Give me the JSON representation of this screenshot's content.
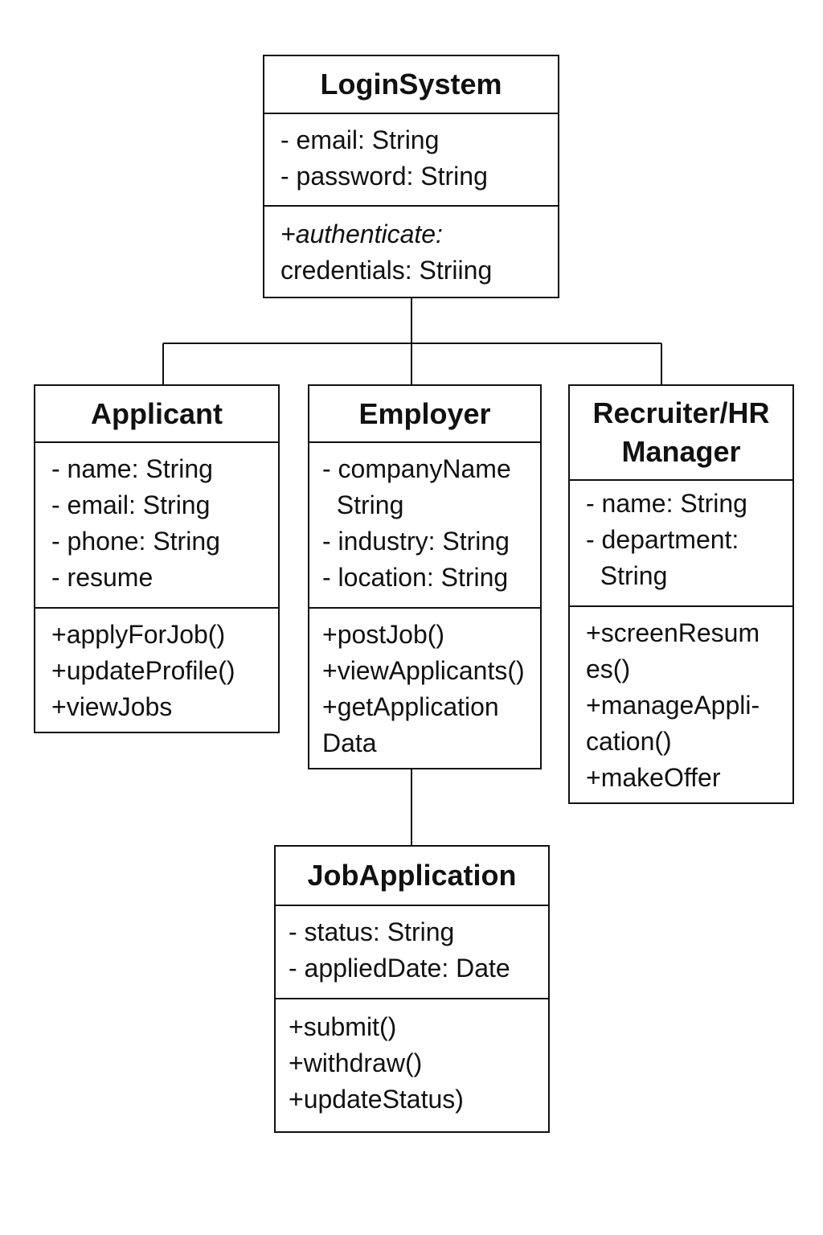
{
  "classes": {
    "login": {
      "name": "LoginSystem",
      "attributes": [
        "- email: String",
        "- password: String"
      ],
      "operation_name": "+authenticate:",
      "operation_detail": "credentials: Striing"
    },
    "applicant": {
      "name": "Applicant",
      "attributes": [
        "- name: String",
        "- email: String",
        "- phone: String",
        "- resume"
      ],
      "operations": [
        "+applyForJob()",
        "+updateProfile()",
        "+viewJobs"
      ]
    },
    "employer": {
      "name": "Employer",
      "attributes": [
        "- companyName",
        "  String",
        "- industry: String",
        "- location: String"
      ],
      "operations": [
        "+postJob()",
        "+viewApplicants()",
        "+getApplication",
        "Data"
      ]
    },
    "recruiter": {
      "name_line1": "Recruiter/HR",
      "name_line2": "Manager",
      "attributes": [
        "- name: String",
        "- department:",
        "  String"
      ],
      "operations": [
        "+screenResum",
        "es()",
        "+manageAppli-",
        "cation()",
        "+makeOffer"
      ]
    },
    "jobapp": {
      "name": "JobApplication",
      "attributes": [
        "- status: String",
        "- appliedDate: Date"
      ],
      "operations": [
        "+submit()",
        "+withdraw()",
        "+updateStatus)"
      ]
    }
  }
}
